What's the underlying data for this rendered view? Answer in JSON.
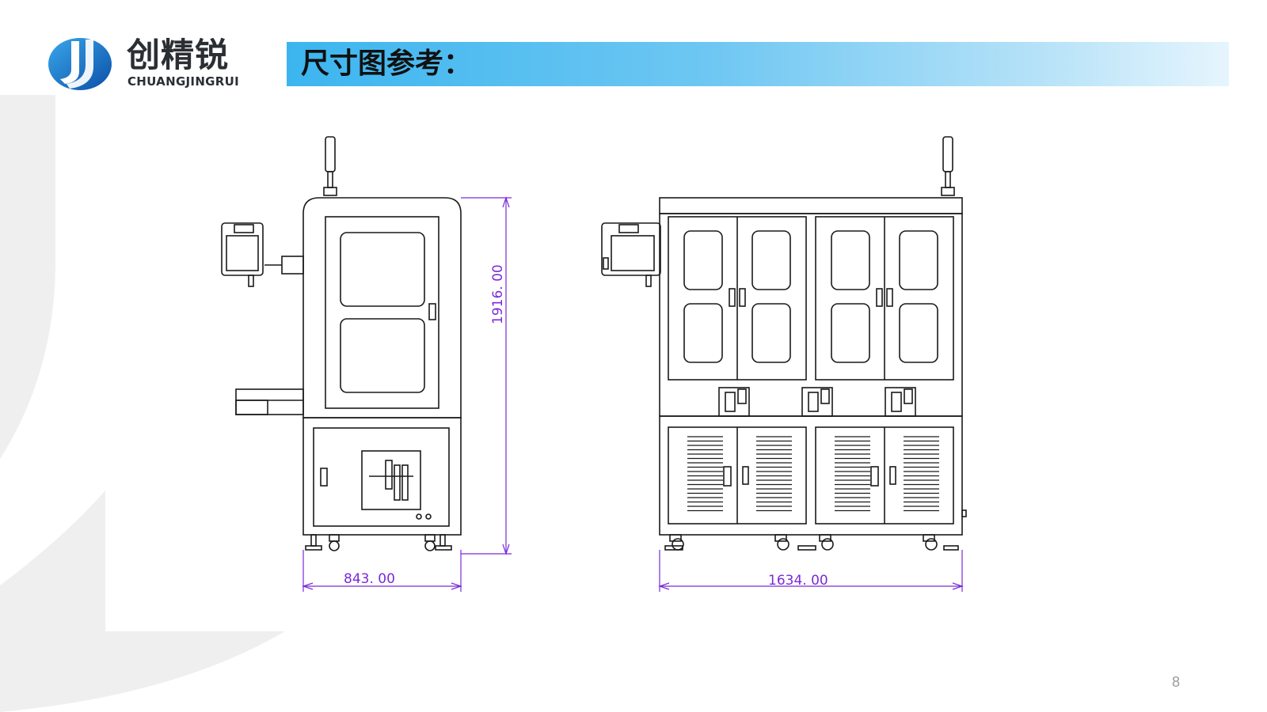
{
  "header": {
    "logo_cn": "创精锐",
    "logo_en": "CHUANGJINGRUI",
    "title": "尺寸图参考：",
    "colors": {
      "title_gradient_start": "#3cb5ef",
      "title_gradient_end": "#e6f5fd",
      "logo_blue": "#1a6fc4"
    }
  },
  "drawing": {
    "side_view": {
      "height_dim": "1916. 00",
      "width_dim": "843. 00"
    },
    "front_view": {
      "width_dim": "1634. 00"
    },
    "dimension_color": "#7a2bd6"
  },
  "footer": {
    "page_number": "8"
  }
}
